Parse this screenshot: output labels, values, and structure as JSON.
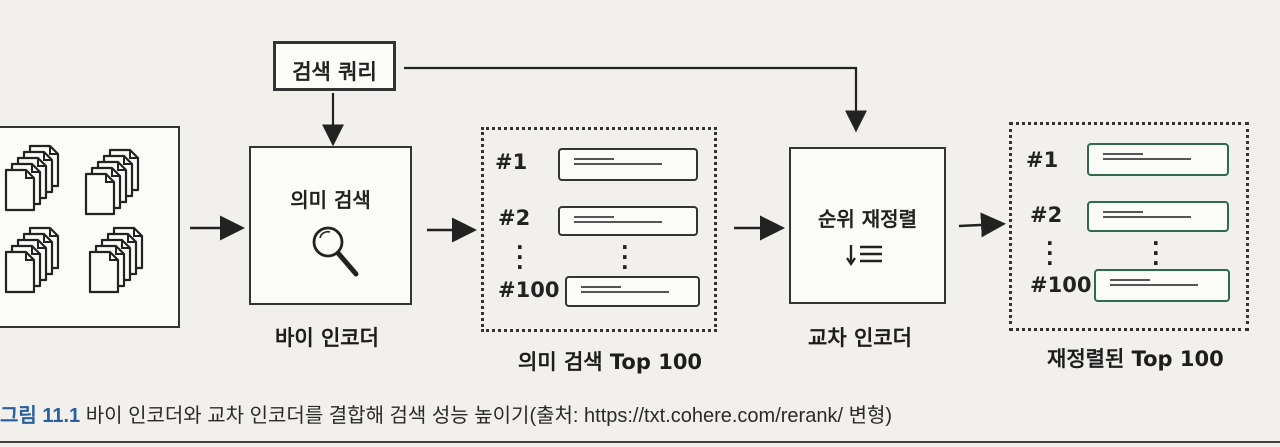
{
  "query_box": {
    "label": "검색 쿼리"
  },
  "semantic_search": {
    "title": "의미 검색",
    "caption": "바이 인코더"
  },
  "top_results": {
    "ranks": [
      "#1",
      "#2",
      "#100"
    ],
    "caption": "의미 검색 Top 100"
  },
  "rerank": {
    "title": "순위 재정렬",
    "caption": "교차 인코더"
  },
  "reranked_results": {
    "ranks": [
      "#1",
      "#2",
      "#100"
    ],
    "caption": "재정렬된 Top 100"
  },
  "figure_caption": {
    "number": "그림 11.1",
    "text": " 바이 인코더와 교차 인코더를 결합해 검색 성능 높이기(출처: https://txt.cohere.com/rerank/ 변형)"
  },
  "colors": {
    "card_border_reranked": "#2d6b4c",
    "caption_fig": "#2a5f9e"
  },
  "icons": [
    "document-stack-icon",
    "magnifier-icon",
    "sort-descending-icon",
    "arrow-icon"
  ]
}
